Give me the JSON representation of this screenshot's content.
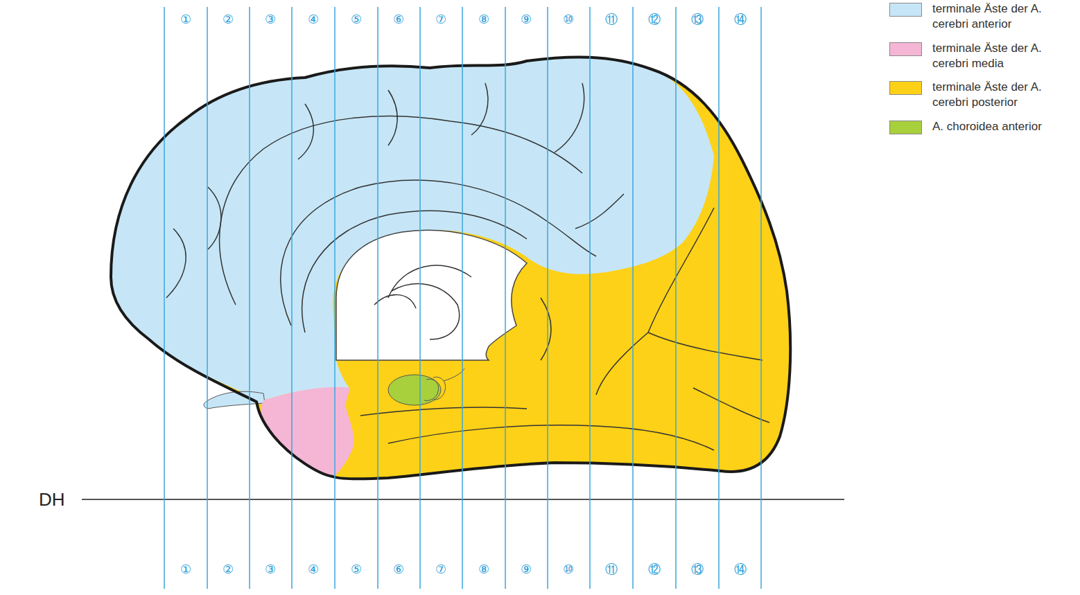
{
  "diagram": {
    "labels": [
      "①",
      "②",
      "③",
      "④",
      "⑤",
      "⑥",
      "⑦",
      "⑧",
      "⑨",
      "⑩",
      "⑪",
      "⑫",
      "⑬",
      "⑭",
      "①",
      "②",
      "③",
      "④",
      "⑤",
      "⑥",
      "⑦",
      "⑧",
      "⑨",
      "⑩",
      "⑪",
      "⑫",
      "⑬",
      "⑭",
      "DH"
    ],
    "legend": [
      {
        "text": "terminale Äste der A. cerebri anterior",
        "color": "#c6e6f7"
      },
      {
        "text": "terminale Äste der A. cerebri media",
        "color": "#f4b6d4"
      },
      {
        "text": "terminale Äste der A. cerebri posterior",
        "color": "#fdd117"
      },
      {
        "text": "A. choroidea anterior",
        "color": "#a8cf3c"
      }
    ]
  }
}
